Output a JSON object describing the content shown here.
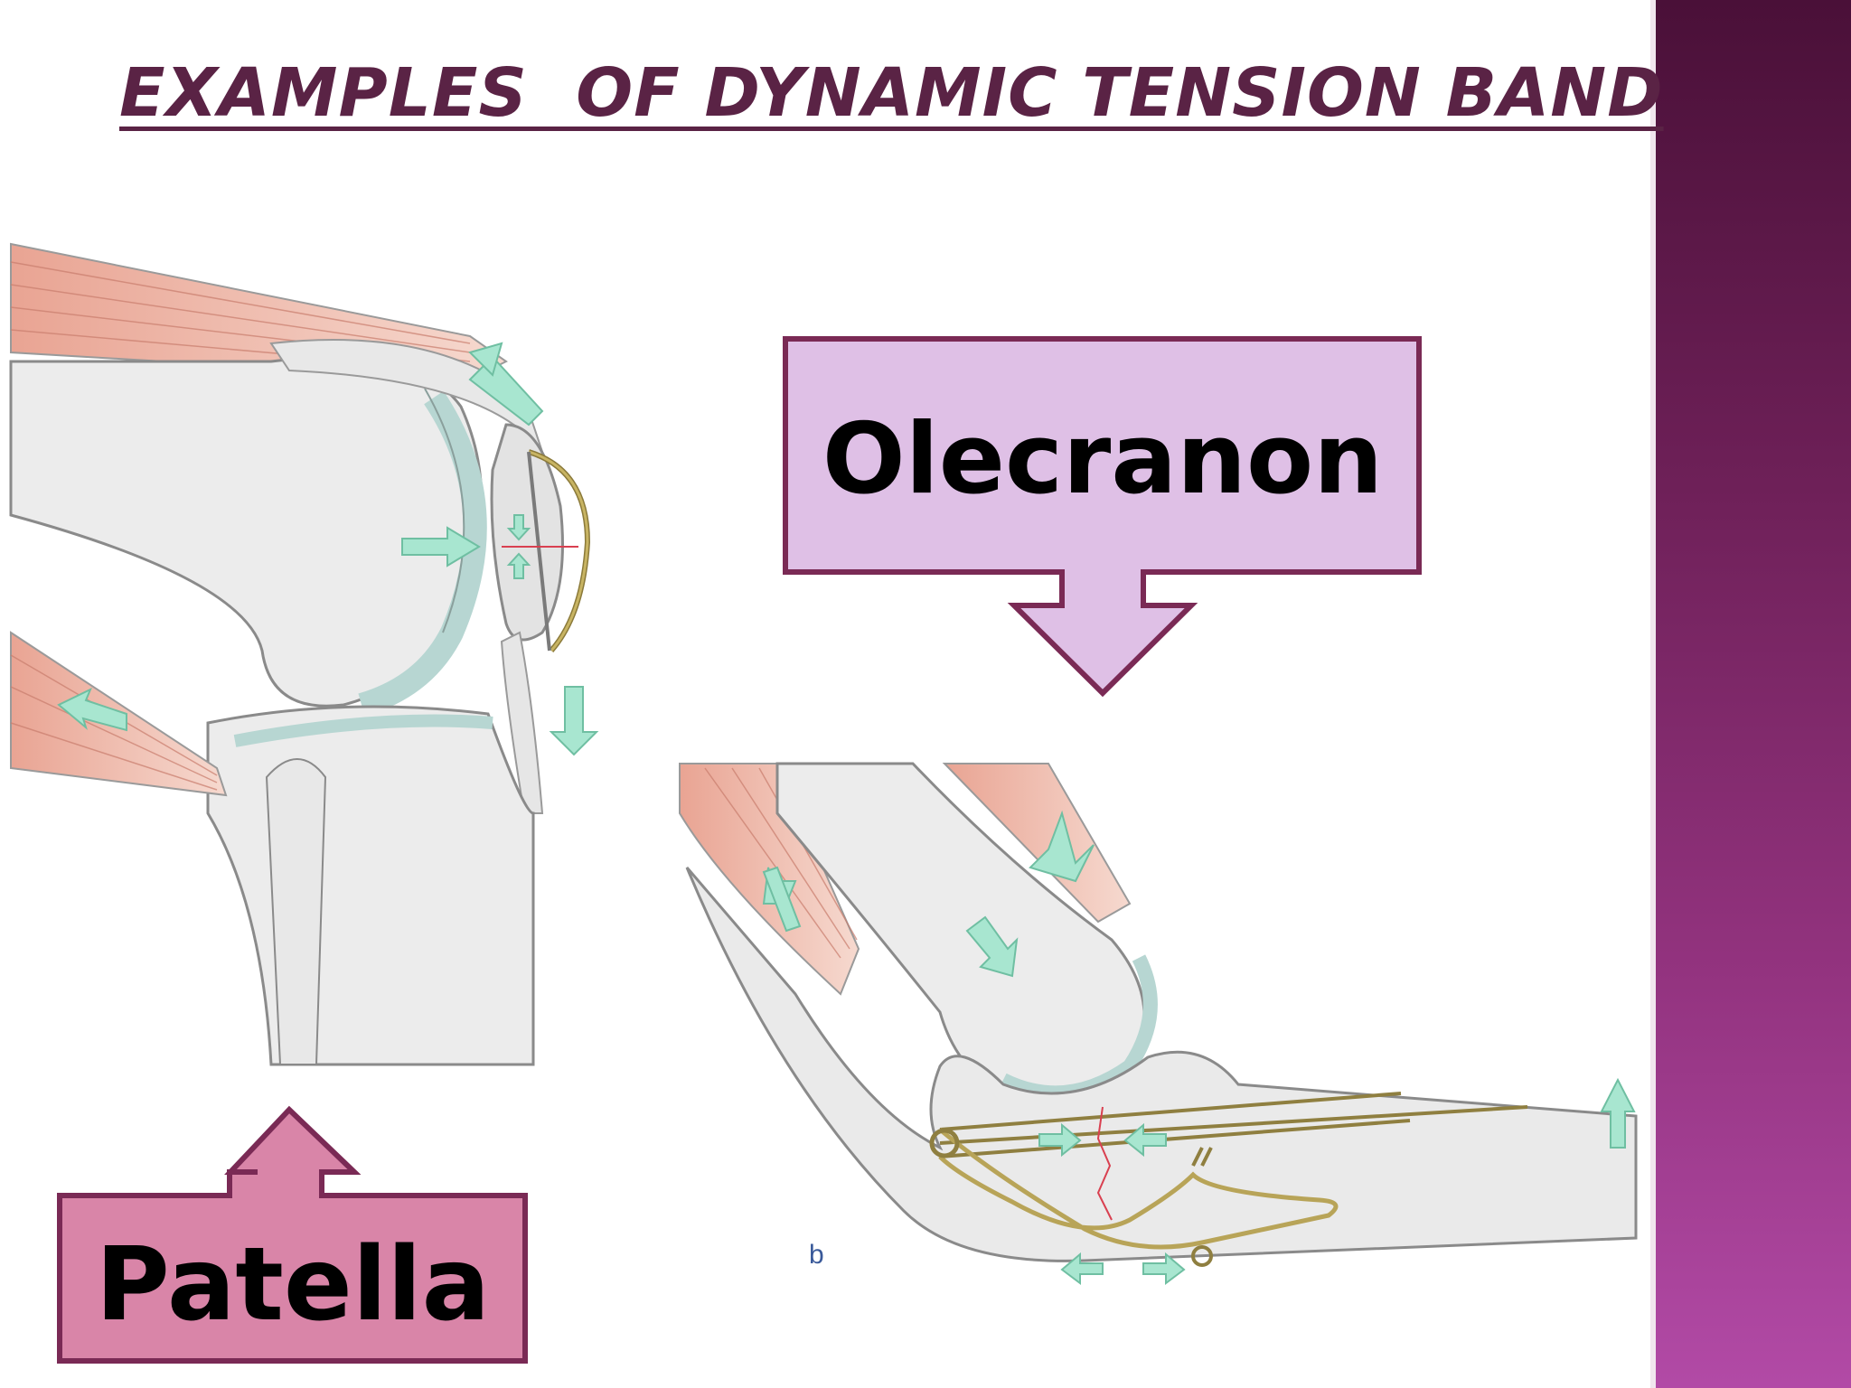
{
  "slide": {
    "title": "EXAMPLES  OF DYNAMIC TENSION BAND",
    "accent_color": "#5a2345",
    "sidebar_color": "#93337f"
  },
  "callouts": {
    "olecranon": {
      "label": "Olecranon",
      "fill": "#dfc0e6",
      "stroke": "#7a2a55"
    },
    "patella": {
      "label": "Patella",
      "fill": "#d985a8",
      "stroke": "#7a2a55"
    }
  },
  "figure": {
    "panel_label": "b"
  }
}
